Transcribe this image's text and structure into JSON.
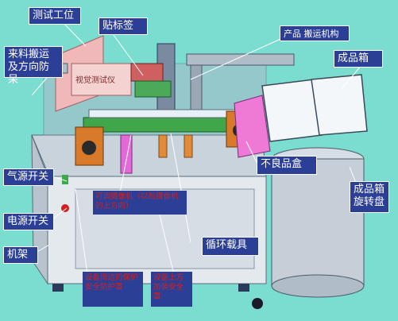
{
  "labels": {
    "test_station": "测试工位",
    "labeling": "贴标签",
    "product_transfer": "产品 搬运机构",
    "feed_transfer": "来料搬运及方向防呆",
    "finished_box": "成品箱",
    "reject_box": "不良品盒",
    "finished_box_turntable": "成品箱旋转盘",
    "air_switch": "气源开关",
    "power_switch": "电源开关",
    "frame": "机架",
    "circulating_carrier": "循环载具"
  },
  "notes": {
    "note_center": "可调摄像机（以后摄像机的上方向）",
    "note_left": "设备周边的保护安全防护罩",
    "note_right": "设备上方加装安全罩"
  },
  "equipment_placard": "视觉测试仪",
  "colors": {
    "background": "#7bdcd0",
    "callout_bg": "#2c3f97",
    "callout_text": "#ffffff",
    "note_text": "#d12020"
  }
}
